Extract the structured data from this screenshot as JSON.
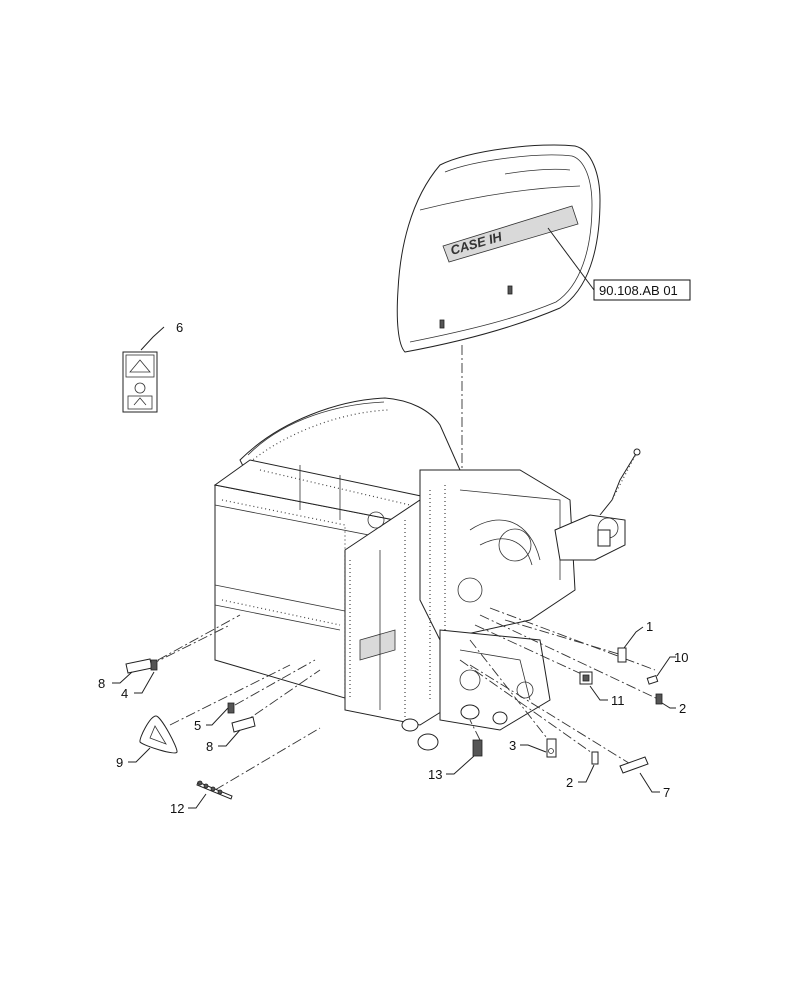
{
  "reference_label": "90.108.AB 01",
  "cover_brand_text": "CASE IH",
  "callouts": [
    {
      "id": "c1",
      "text": "1"
    },
    {
      "id": "c2a",
      "text": "2"
    },
    {
      "id": "c2b",
      "text": "2"
    },
    {
      "id": "c3",
      "text": "3"
    },
    {
      "id": "c4",
      "text": "4"
    },
    {
      "id": "c5",
      "text": "5"
    },
    {
      "id": "c6",
      "text": "6"
    },
    {
      "id": "c7",
      "text": "7"
    },
    {
      "id": "c8a",
      "text": "8"
    },
    {
      "id": "c8b",
      "text": "8"
    },
    {
      "id": "c9",
      "text": "9"
    },
    {
      "id": "c10",
      "text": "10"
    },
    {
      "id": "c11",
      "text": "11"
    },
    {
      "id": "c12",
      "text": "12"
    },
    {
      "id": "c13",
      "text": "13"
    }
  ],
  "colors": {
    "line": "#222222",
    "background": "#ffffff"
  }
}
